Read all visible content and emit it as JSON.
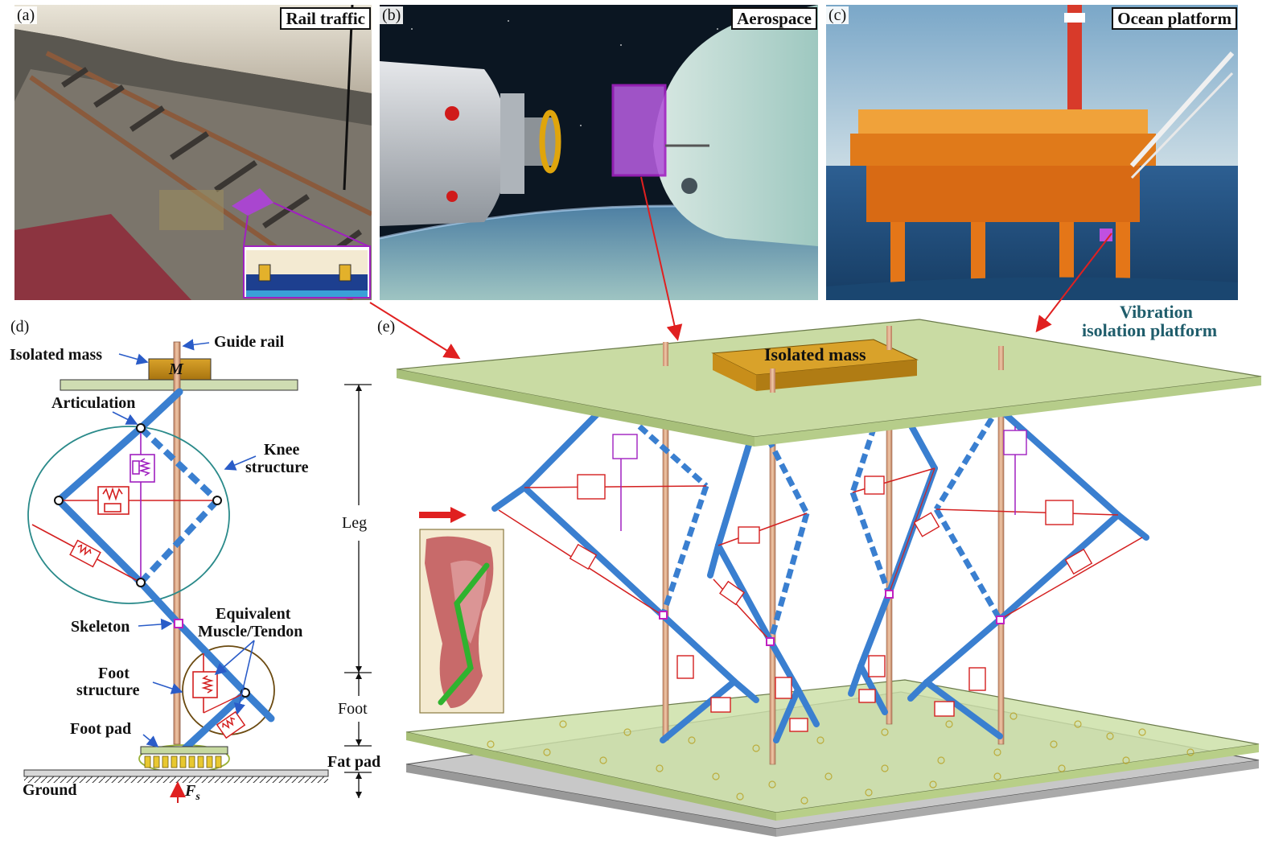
{
  "panels": {
    "a": {
      "label": "(a)",
      "title": "Rail traffic"
    },
    "b": {
      "label": "(b)",
      "title": "Aerospace"
    },
    "c": {
      "label": "(c)",
      "title": "Ocean platform"
    },
    "d": {
      "label": "(d)"
    },
    "e": {
      "label": "(e)"
    }
  },
  "schematic_d": {
    "guide_rail": "Guide rail",
    "isolated_mass": "Isolated mass",
    "mass_symbol": "M",
    "articulation": "Articulation",
    "knee_structure_1": "Knee",
    "knee_structure_2": "structure",
    "leg": "Leg",
    "skeleton": "Skeleton",
    "equivalent_1": "Equivalent",
    "equivalent_2": "Muscle/Tendon",
    "foot_structure_1": "Foot",
    "foot_structure_2": "structure",
    "foot": "Foot",
    "foot_pad": "Foot pad",
    "fat_pad": "Fat pad",
    "ground": "Ground",
    "force": "F",
    "force_sub": "s"
  },
  "model_e": {
    "isolated_mass": "Isolated mass",
    "platform_1": "Vibration",
    "platform_2": "isolation platform"
  },
  "colors": {
    "skeleton": "#3a7fd0",
    "spring_red": "#d42020",
    "spring_purple": "#a020c0",
    "platform": "#c9dba3",
    "mass": "#c8900e",
    "rail": "#d9a585",
    "arrow": "#e02020",
    "sea": "#2e6fa8",
    "space": "#0b1622",
    "platform_title": "#1f5d6b"
  }
}
